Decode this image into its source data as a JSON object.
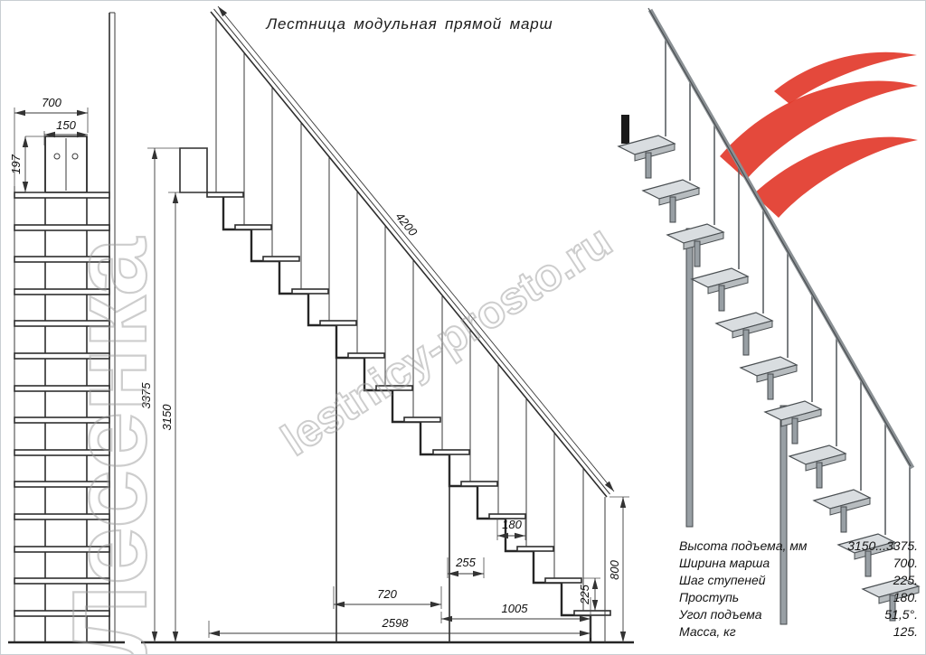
{
  "title": "Лестница модульная прямой марш",
  "watermark": {
    "name": "Лесенка",
    "site": "lestnicy-prosto.ru"
  },
  "front_view": {
    "width": "700",
    "spine_width": "150",
    "bracket_height": "197"
  },
  "side_view": {
    "total_height": "3375",
    "flight_height": "3150",
    "rail_length": "4200",
    "tread_depth": "180",
    "module_offset": "255",
    "support_span": "720",
    "base_span": "1005",
    "total_run": "2598",
    "rail_end_height": "800",
    "riser": "225"
  },
  "specs": {
    "rows": [
      {
        "label": "Высота подъема, мм",
        "value": "3150...3375."
      },
      {
        "label": "Ширина марша",
        "value": "700."
      },
      {
        "label": "Шаг ступеней",
        "value": "225."
      },
      {
        "label": "Проступь",
        "value": "180."
      },
      {
        "label": "Угол подъема",
        "value": "51,5°."
      },
      {
        "label": "Масса, кг",
        "value": "125."
      }
    ]
  },
  "colors": {
    "logo_red": "#e2392b",
    "line": "#2e2e2e",
    "watermark": "#9d9d9d"
  }
}
